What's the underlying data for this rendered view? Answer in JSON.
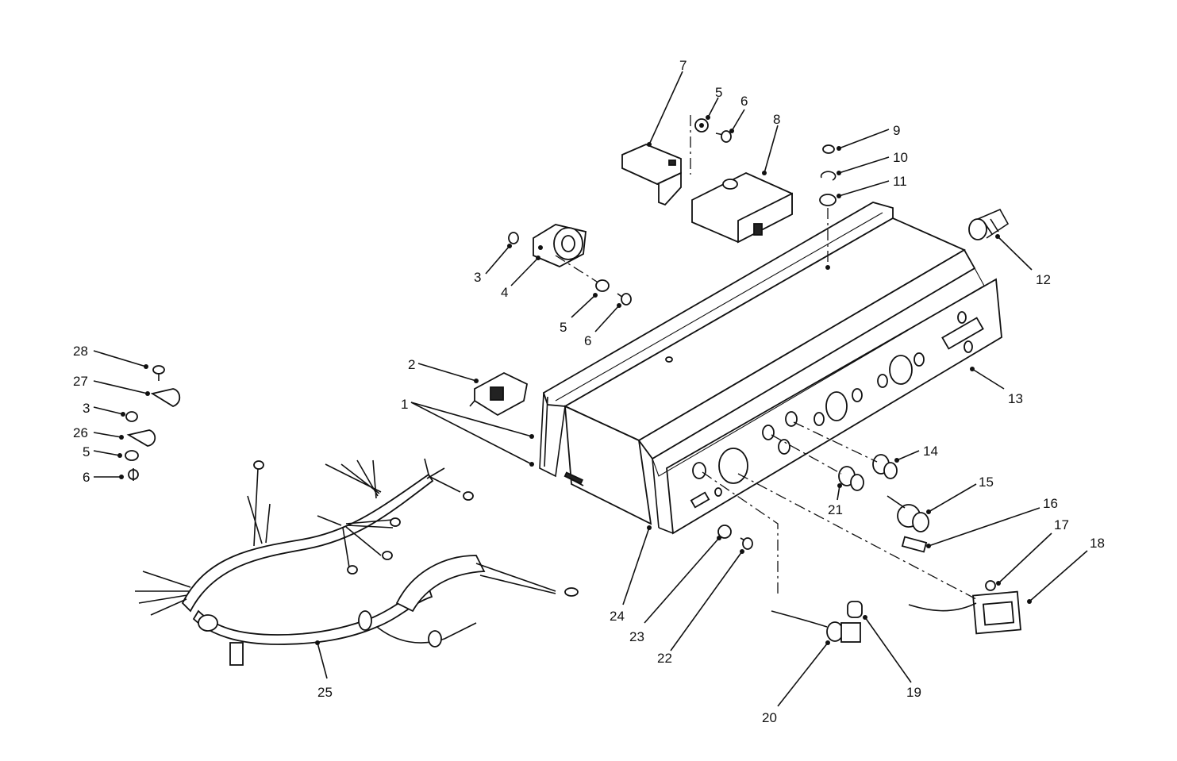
{
  "callouts": [
    {
      "label": "1"
    },
    {
      "label": "2"
    },
    {
      "label": "3"
    },
    {
      "label": "4"
    },
    {
      "label": "5"
    },
    {
      "label": "6"
    },
    {
      "label": "7"
    },
    {
      "label": "5"
    },
    {
      "label": "6"
    },
    {
      "label": "8"
    },
    {
      "label": "9"
    },
    {
      "label": "10"
    },
    {
      "label": "11"
    },
    {
      "label": "12"
    },
    {
      "label": "13"
    },
    {
      "label": "14"
    },
    {
      "label": "15"
    },
    {
      "label": "16"
    },
    {
      "label": "17"
    },
    {
      "label": "18"
    },
    {
      "label": "19"
    },
    {
      "label": "20"
    },
    {
      "label": "21"
    },
    {
      "label": "22"
    },
    {
      "label": "23"
    },
    {
      "label": "24"
    },
    {
      "label": "25"
    },
    {
      "label": "28"
    },
    {
      "label": "27"
    },
    {
      "label": "3"
    },
    {
      "label": "26"
    },
    {
      "label": "5"
    },
    {
      "label": "6"
    }
  ]
}
